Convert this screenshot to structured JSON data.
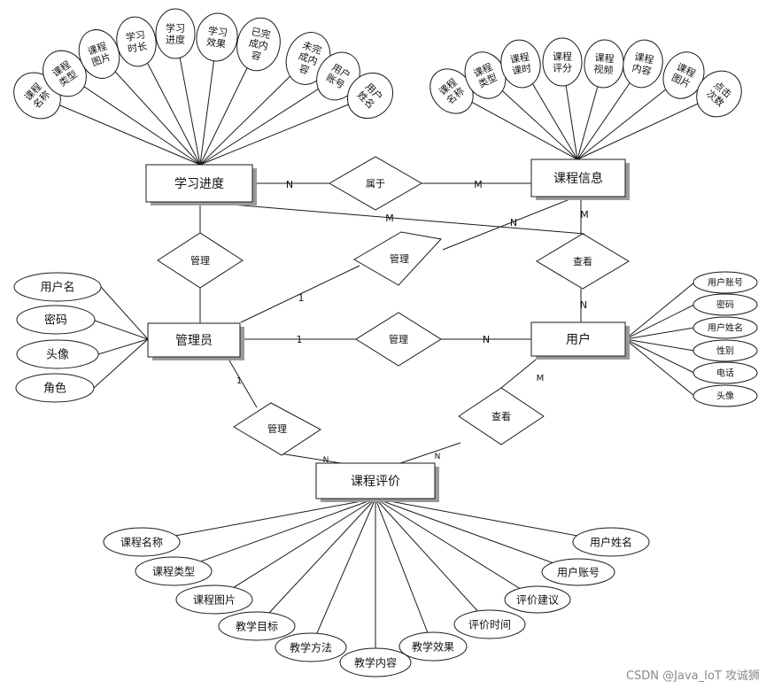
{
  "entities": {
    "progress": "学习进度",
    "course_info": "课程信息",
    "admin": "管理员",
    "user": "用户",
    "evaluation": "课程评价"
  },
  "relationships": {
    "belongs": "属于",
    "manage_progress": "管理",
    "manage_course": "管理",
    "manage_user": "管理",
    "manage_eval": "管理",
    "view_course": "查看",
    "view_eval": "查看"
  },
  "cardinalities": {
    "progress_belongs": "N",
    "belongs_course": "M",
    "progress_view": "M",
    "course_view_m": "M",
    "course_admin_n": "N",
    "admin_course_1": "1",
    "admin_user_1": "1",
    "user_admin_n": "N",
    "user_view_n": "N",
    "admin_eval_1": "1",
    "eval_admin_n": "N",
    "eval_user_n": "N",
    "user_eval_m": "M"
  },
  "attributes": {
    "progress": [
      [
        "课程",
        "名称"
      ],
      [
        "课程",
        "类型"
      ],
      [
        "课程",
        "图片"
      ],
      [
        "学习",
        "时长"
      ],
      [
        "学习",
        "进度"
      ],
      [
        "学习",
        "效果"
      ],
      [
        "已完",
        "成内",
        "容"
      ],
      [
        "未完",
        "成内",
        "容"
      ],
      [
        "用户",
        "账号"
      ],
      [
        "用户",
        "姓名"
      ]
    ],
    "course_info": [
      [
        "课程",
        "名称"
      ],
      [
        "课程",
        "类型"
      ],
      [
        "课程",
        "课时"
      ],
      [
        "课程",
        "评分"
      ],
      [
        "课程",
        "视频"
      ],
      [
        "课程",
        "内容"
      ],
      [
        "课程",
        "图片"
      ],
      [
        "点击",
        "次数"
      ]
    ],
    "admin": [
      "用户名",
      "密码",
      "头像",
      "角色"
    ],
    "user": [
      "用户账号",
      "密码",
      "用户姓名",
      "性别",
      "电话",
      "头像"
    ],
    "evaluation": [
      "课程名称",
      "课程类型",
      "课程图片",
      "教学目标",
      "教学方法",
      "教学内容",
      "教学效果",
      "评价时间",
      "评价建议",
      "用户账号",
      "用户姓名"
    ]
  },
  "watermark": "CSDN @Java_IoT 攻诚狮"
}
